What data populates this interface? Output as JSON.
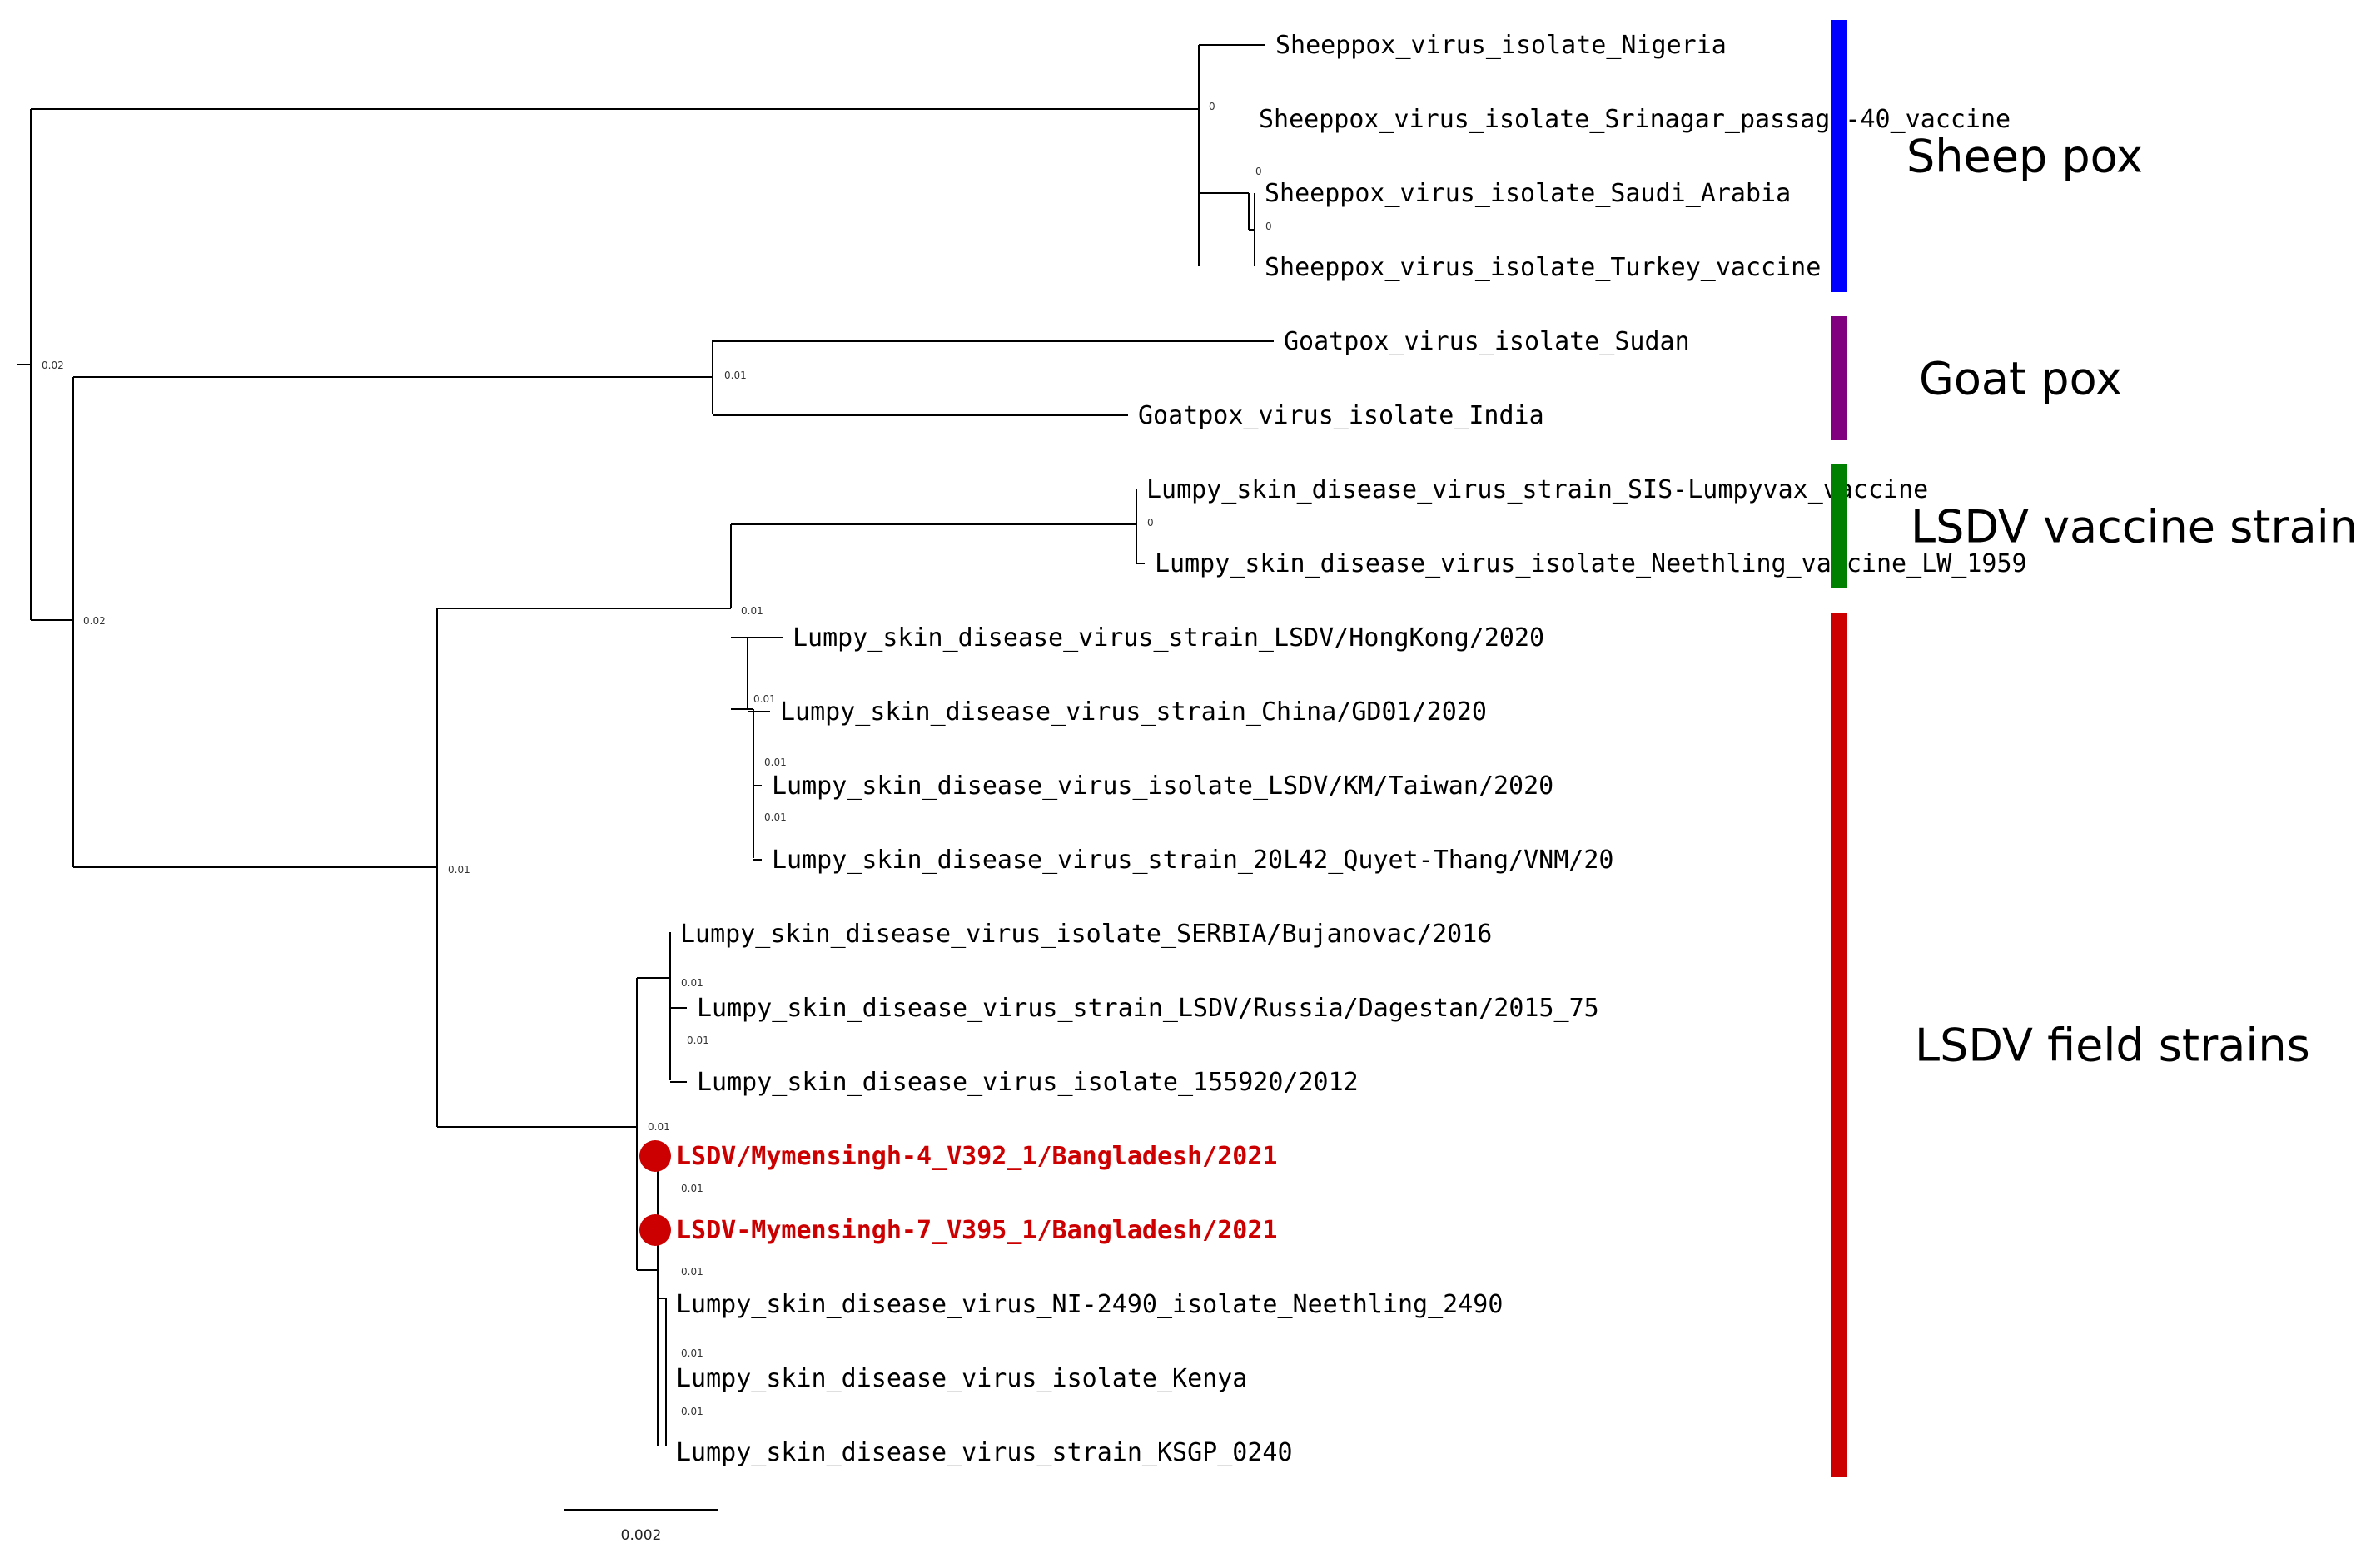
{
  "tree": {
    "leaves": [
      {
        "label": "Sheeppox_virus_isolate_Nigeria",
        "highlight": false
      },
      {
        "label": "Sheeppox_virus_isolate_Srinagar_passage-40_vaccine",
        "highlight": false
      },
      {
        "label": "Sheeppox_virus_isolate_Saudi_Arabia",
        "highlight": false
      },
      {
        "label": "Sheeppox_virus_isolate_Turkey_vaccine",
        "highlight": false
      },
      {
        "label": "Goatpox_virus_isolate_Sudan",
        "highlight": false
      },
      {
        "label": "Goatpox_virus_isolate_India",
        "highlight": false
      },
      {
        "label": "Lumpy_skin_disease_virus_strain_SIS-Lumpyvax_vaccine",
        "highlight": false
      },
      {
        "label": "Lumpy_skin_disease_virus_isolate_Neethling_vaccine_LW_1959",
        "highlight": false
      },
      {
        "label": "Lumpy_skin_disease_virus_strain_LSDV/HongKong/2020",
        "highlight": false
      },
      {
        "label": "Lumpy_skin_disease_virus_strain_China/GD01/2020",
        "highlight": false
      },
      {
        "label": "Lumpy_skin_disease_virus_isolate_LSDV/KM/Taiwan/2020",
        "highlight": false
      },
      {
        "label": "Lumpy_skin_disease_virus_strain_20L42_Quyet-Thang/VNM/20",
        "highlight": false
      },
      {
        "label": "Lumpy_skin_disease_virus_isolate_SERBIA/Bujanovac/2016",
        "highlight": false
      },
      {
        "label": "Lumpy_skin_disease_virus_strain_LSDV/Russia/Dagestan/2015_75",
        "highlight": false
      },
      {
        "label": "Lumpy_skin_disease_virus_isolate_155920/2012",
        "highlight": false
      },
      {
        "label": "LSDV/Mymensingh-4_V392_1/Bangladesh/2021",
        "highlight": true
      },
      {
        "label": "LSDV-Mymensingh-7_V395_1/Bangladesh/2021",
        "highlight": true
      },
      {
        "label": "Lumpy_skin_disease_virus_NI-2490_isolate_Neethling_2490",
        "highlight": false
      },
      {
        "label": "Lumpy_skin_disease_virus_isolate_Kenya",
        "highlight": false
      },
      {
        "label": "Lumpy_skin_disease_virus_strain_KSGP_0240",
        "highlight": false
      }
    ],
    "node_labels": [
      {
        "id": "n_sheep",
        "text": "0"
      },
      {
        "id": "n_sheep2",
        "text": "0"
      },
      {
        "id": "n_sheep3",
        "text": "0"
      },
      {
        "id": "n_root",
        "text": "0.02"
      },
      {
        "id": "n_goat",
        "text": "0.01"
      },
      {
        "id": "n_b",
        "text": "0.02"
      },
      {
        "id": "n_vac",
        "text": "0"
      },
      {
        "id": "n_asia",
        "text": "0.01"
      },
      {
        "id": "n_asia2",
        "text": "0.01"
      },
      {
        "id": "n_asia3",
        "text": "0.01"
      },
      {
        "id": "n_asia4",
        "text": "0.01"
      },
      {
        "id": "n_lsdv",
        "text": "0.01"
      },
      {
        "id": "n_eu",
        "text": "0.01"
      },
      {
        "id": "n_eu2",
        "text": "0.01"
      },
      {
        "id": "n_bd",
        "text": "0.01"
      },
      {
        "id": "n_bd2",
        "text": "0.01"
      },
      {
        "id": "n_ken1",
        "text": "0.01"
      },
      {
        "id": "n_ken2",
        "text": "0.01"
      },
      {
        "id": "n_ken3",
        "text": "0.01"
      }
    ],
    "highlight_color": "#cc0000",
    "scale_bar_label": "0.002"
  },
  "clades": [
    {
      "label": "Sheep pox",
      "color": "#0000ff",
      "from_leaf": 0,
      "to_leaf": 3
    },
    {
      "label": "Goat pox",
      "color": "#800080",
      "from_leaf": 4,
      "to_leaf": 5
    },
    {
      "label": "LSDV vaccine strains",
      "color": "#008000",
      "from_leaf": 6,
      "to_leaf": 7
    },
    {
      "label": "LSDV field strains",
      "color": "#cc0000",
      "from_leaf": 8,
      "to_leaf": 19
    }
  ]
}
